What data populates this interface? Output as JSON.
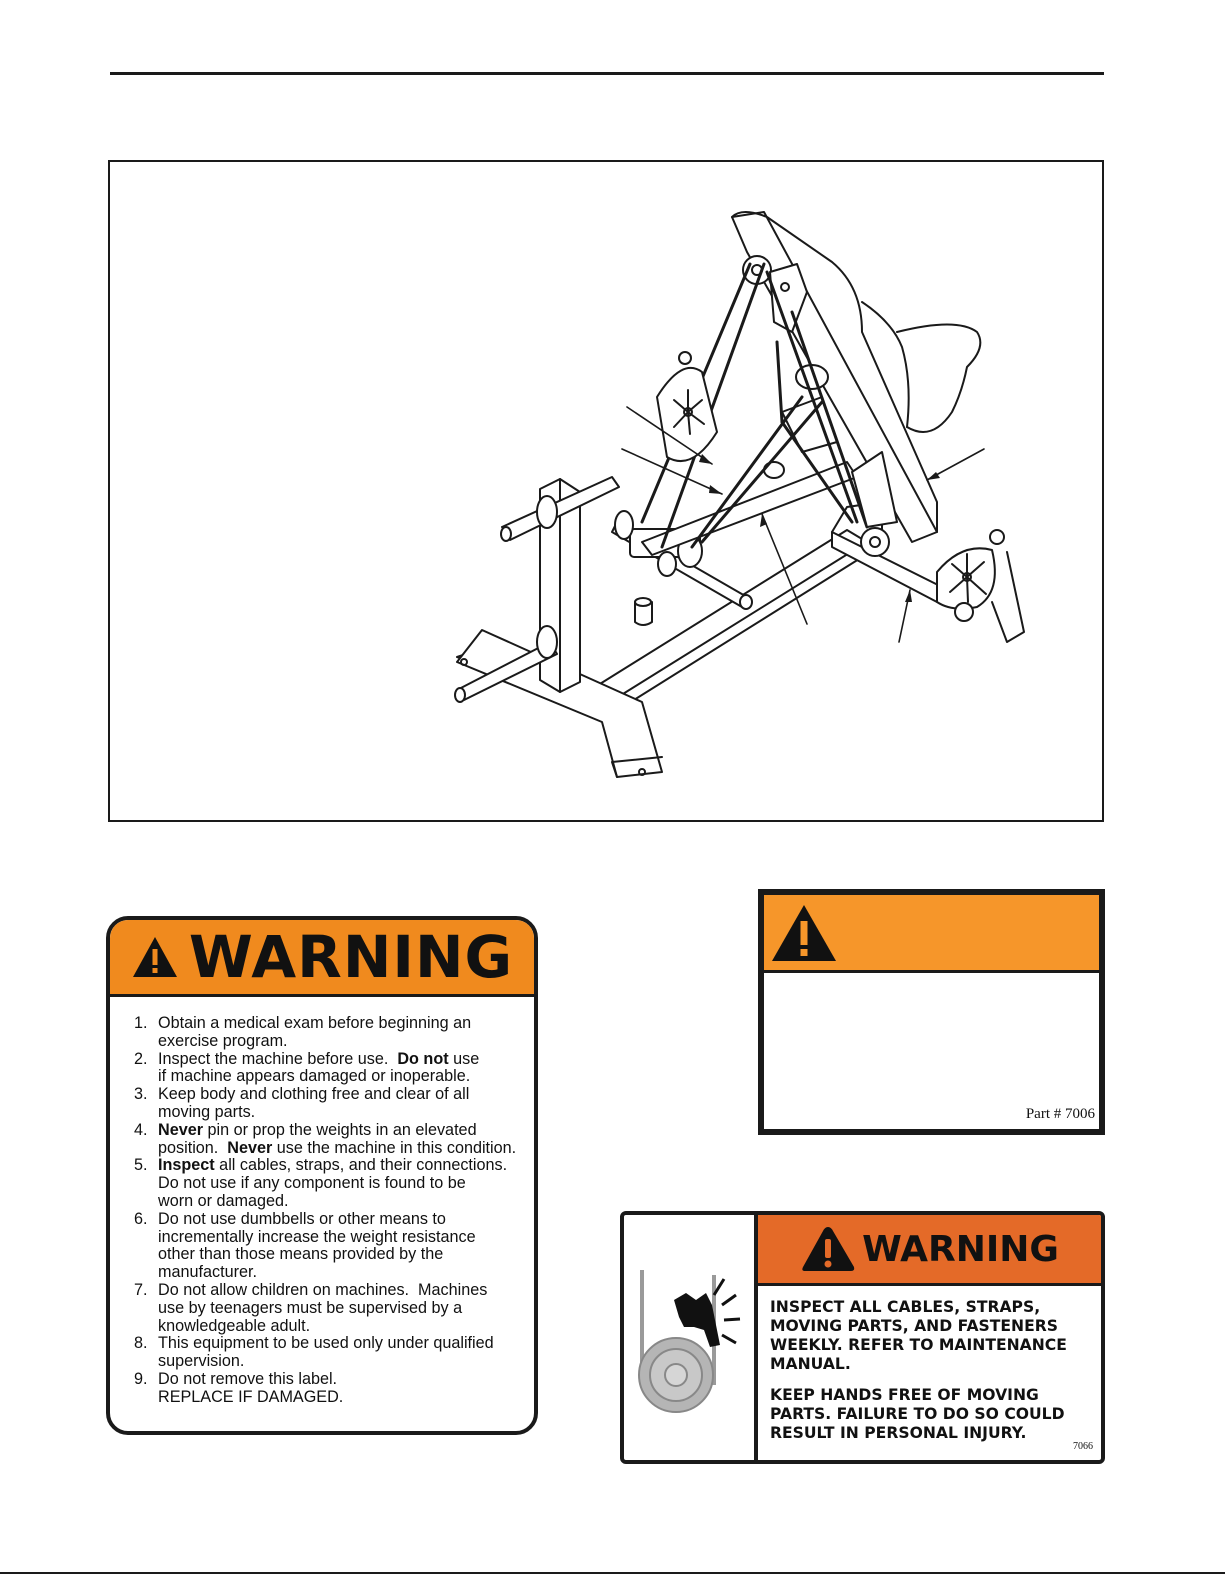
{
  "warning_label": {
    "heading": "WARNING",
    "items": [
      {
        "num": "1.",
        "lines": [
          [
            {
              "t": "Obtain a medical exam before beginning an"
            }
          ],
          [
            {
              "t": "exercise program."
            }
          ]
        ]
      },
      {
        "num": "2.",
        "lines": [
          [
            {
              "t": "Inspect the machine before use.  "
            },
            {
              "t": "Do not",
              "b": true
            },
            {
              "t": " use"
            }
          ],
          [
            {
              "t": "if machine appears damaged or inoperable."
            }
          ]
        ]
      },
      {
        "num": "3.",
        "lines": [
          [
            {
              "t": "Keep body and clothing free and clear of all"
            }
          ],
          [
            {
              "t": "moving parts."
            }
          ]
        ]
      },
      {
        "num": "4.",
        "lines": [
          [
            {
              "t": "Never",
              "b": true
            },
            {
              "t": " pin or prop the weights in an elevated"
            }
          ],
          [
            {
              "t": "position.  "
            },
            {
              "t": "Never",
              "b": true
            },
            {
              "t": " use the machine in this condition."
            }
          ]
        ]
      },
      {
        "num": "5.",
        "lines": [
          [
            {
              "t": "Inspect",
              "b": true
            },
            {
              "t": " all cables, straps, and their connections."
            }
          ],
          [
            {
              "t": "Do not use if any component is found to be"
            }
          ],
          [
            {
              "t": "worn or damaged."
            }
          ]
        ]
      },
      {
        "num": "6.",
        "lines": [
          [
            {
              "t": "Do not use dumbbells or other means to"
            }
          ],
          [
            {
              "t": "incrementally increase the weight resistance"
            }
          ],
          [
            {
              "t": "other than those means provided by the"
            }
          ],
          [
            {
              "t": "manufacturer."
            }
          ]
        ]
      },
      {
        "num": "7.",
        "lines": [
          [
            {
              "t": "Do not allow children on machines.  Machines"
            }
          ],
          [
            {
              "t": "use by teenagers must be supervised by a"
            }
          ],
          [
            {
              "t": "knowledgeable adult."
            }
          ]
        ]
      },
      {
        "num": "8.",
        "lines": [
          [
            {
              "t": "This equipment to be used only under qualified"
            }
          ],
          [
            {
              "t": "supervision."
            }
          ]
        ]
      },
      {
        "num": "9.",
        "lines": [
          [
            {
              "t": "Do not remove this label."
            }
          ],
          [
            {
              "t": "REPLACE IF DAMAGED."
            }
          ]
        ]
      }
    ]
  },
  "part_label": {
    "part_number": "Part # 7006"
  },
  "cable_label": {
    "heading": "WARNING",
    "paragraph_1": [
      "INSPECT ALL CABLES, STRAPS,",
      "MOVING PARTS, AND FASTENERS",
      "WEEKLY. REFER TO MAINTENANCE",
      "MANUAL."
    ],
    "paragraph_2": [
      "KEEP HANDS FREE OF MOVING",
      "PARTS. FAILURE TO DO SO COULD",
      "RESULT IN PERSONAL INJURY."
    ],
    "code": "7066"
  },
  "colors": {
    "warning_orange": "#f08a1e",
    "danger_orange": "#f6962a",
    "cable_orange": "#e46a28",
    "ink": "#1a1a1a"
  },
  "icons": [
    "exclamation-triangle-icon",
    "hand-pinch-icon"
  ]
}
